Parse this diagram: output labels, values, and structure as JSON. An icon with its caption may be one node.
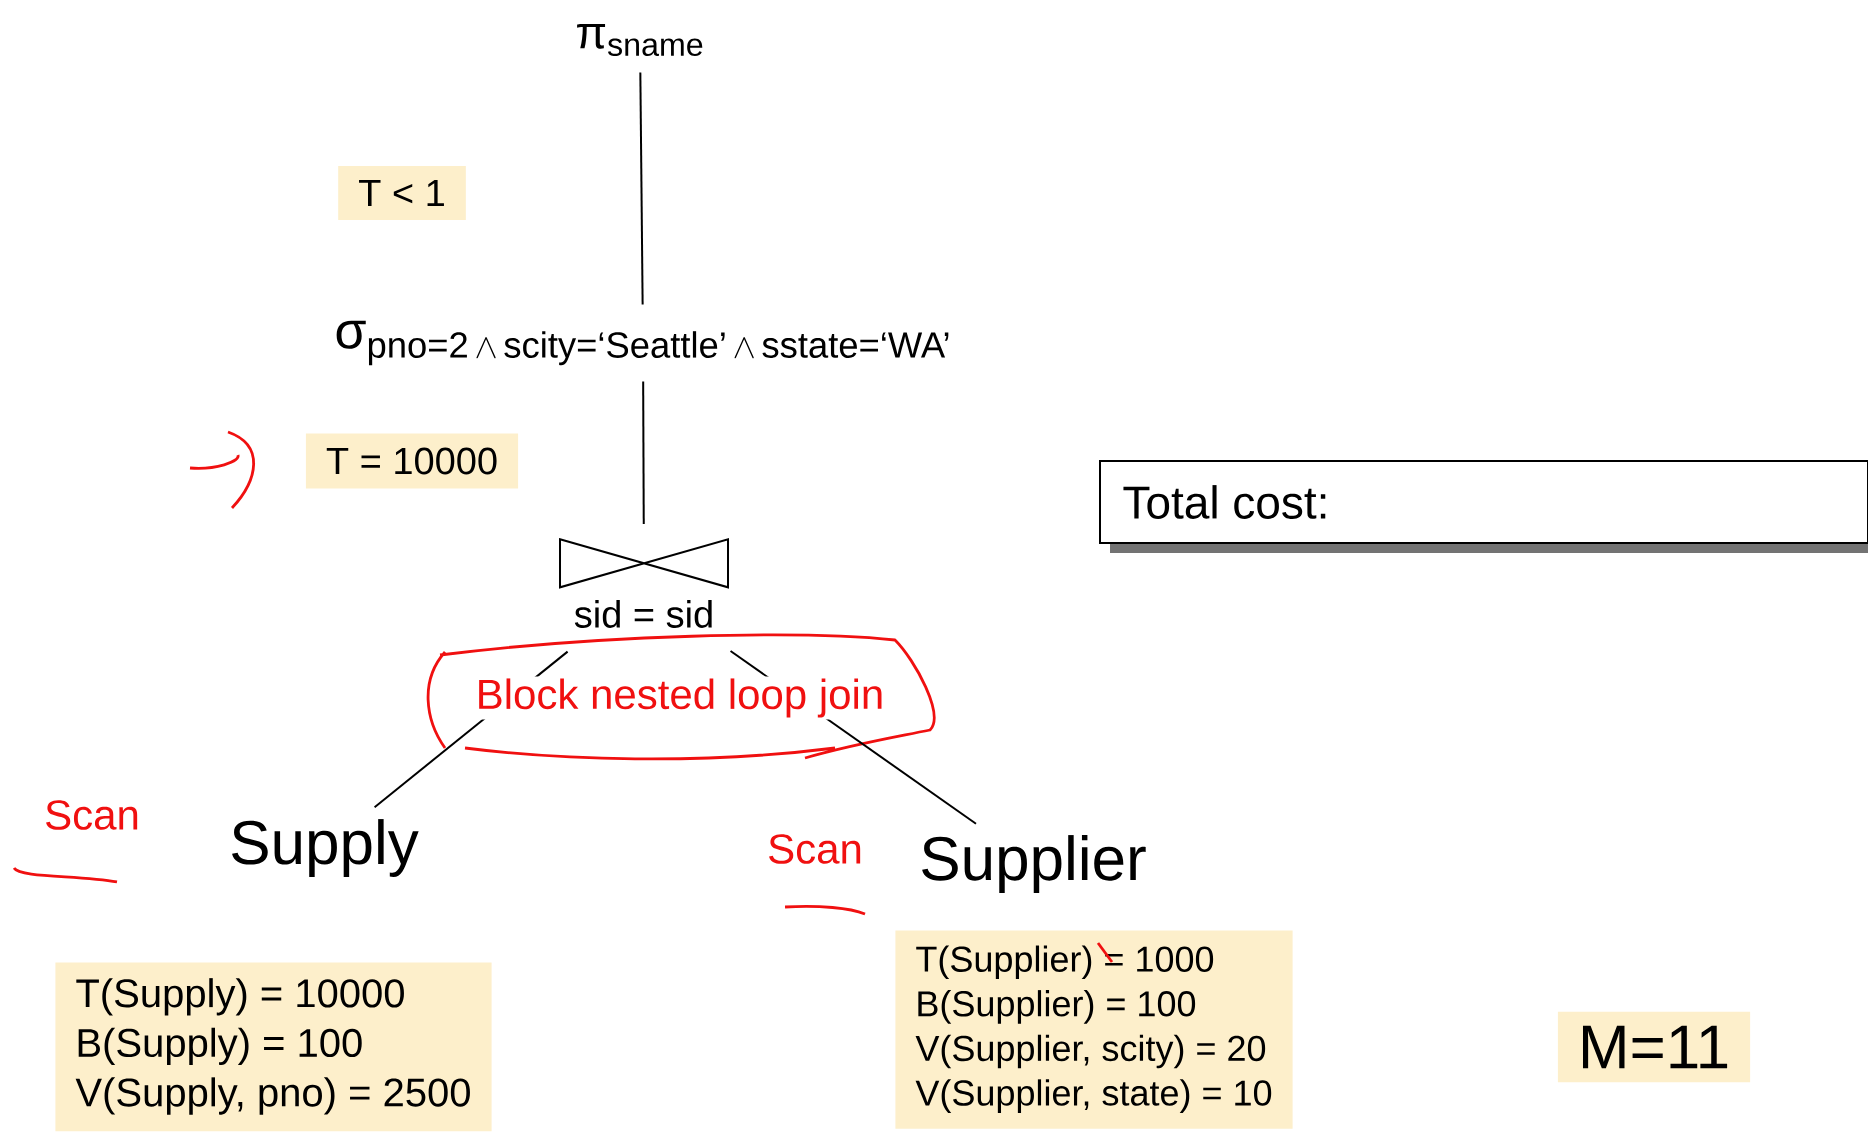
{
  "diagram": {
    "nodes": [
      {
        "text": [
          "\\text{π}_{\\text{sname}}"
        ]
      },
      {
        "text": [
          "\\text{σ}_{\\text{pno=2}\\,\\wedge\\,\\text{scity=‘Seattle’}\\,\\wedge\\,\\text{sstate=‘WA’}}"
        ]
      },
      {
        "text": [
          "sid = sid"
        ]
      },
      {
        "text": [
          "Supply"
        ]
      },
      {
        "text": [
          "Supplier"
        ]
      },
      {
        "text": [
          "T  < 1"
        ]
      },
      {
        "text": [
          "T = 10000"
        ]
      },
      {
        "text": [
          "Total cost:"
        ]
      },
      {
        "text": [
          "T(Supply) = 10000",
          "B(Supply) = 100",
          "V(Supply, pno) = 2500"
        ]
      },
      {
        "text": [
          "T(Supplier) = 1000",
          "B(Supplier) = 100",
          "V(Supplier, scity) = 20",
          "V(Supplier, state) = 10"
        ]
      },
      {
        "text": [
          "M=11"
        ]
      }
    ],
    "edges": [
      {
        "from": 1,
        "to": 0,
        "arrow": "none"
      },
      {
        "from": 2,
        "to": 1,
        "arrow": "none"
      },
      {
        "from": 3,
        "to": 2,
        "arrow": "none"
      },
      {
        "from": 4,
        "to": 2,
        "arrow": "none"
      }
    ],
    "labels": [
      "Scan",
      "Block nested loop join",
      "Scan"
    ]
  }
}
